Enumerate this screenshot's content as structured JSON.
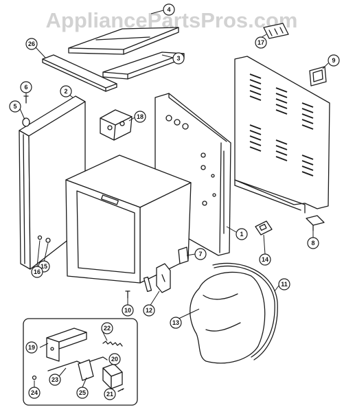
{
  "watermark": "AppliancePartsPros.com",
  "callouts": [
    {
      "id": "c1",
      "label": "1"
    },
    {
      "id": "c2",
      "label": "2"
    },
    {
      "id": "c3",
      "label": "3"
    },
    {
      "id": "c4",
      "label": "4"
    },
    {
      "id": "c5",
      "label": "5"
    },
    {
      "id": "c6",
      "label": "6"
    },
    {
      "id": "c7",
      "label": "7"
    },
    {
      "id": "c8",
      "label": "8"
    },
    {
      "id": "c9",
      "label": "9"
    },
    {
      "id": "c10",
      "label": "10"
    },
    {
      "id": "c11",
      "label": "11"
    },
    {
      "id": "c12",
      "label": "12"
    },
    {
      "id": "c13",
      "label": "13"
    },
    {
      "id": "c14",
      "label": "14"
    },
    {
      "id": "c15",
      "label": "15"
    },
    {
      "id": "c16",
      "label": "16"
    },
    {
      "id": "c17",
      "label": "17"
    },
    {
      "id": "c18",
      "label": "18"
    },
    {
      "id": "c19",
      "label": "19"
    },
    {
      "id": "c20",
      "label": "20"
    },
    {
      "id": "c21",
      "label": "21"
    },
    {
      "id": "c22",
      "label": "22"
    },
    {
      "id": "c23",
      "label": "23"
    },
    {
      "id": "c24",
      "label": "24"
    },
    {
      "id": "c25",
      "label": "25"
    },
    {
      "id": "c26",
      "label": "26"
    }
  ]
}
